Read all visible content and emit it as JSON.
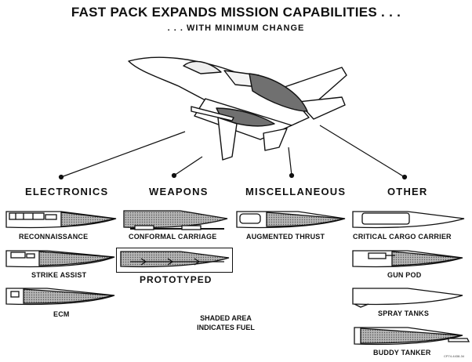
{
  "title": "FAST PACK EXPANDS MISSION CAPABILITIES . . .",
  "subtitle": ". . . WITH MINIMUM CHANGE",
  "categories": {
    "electronics": "ELECTRONICS",
    "weapons": "WEAPONS",
    "miscellaneous": "MISCELLANEOUS",
    "other": "OTHER"
  },
  "labels": {
    "reconnaissance": "RECONNAISSANCE",
    "strike_assist": "STRIKE ASSIST",
    "ecm": "ECM",
    "conformal_carriage": "CONFORMAL CARRIAGE",
    "prototyped": "PROTOTYPED",
    "augmented_thrust": "AUGMENTED THRUST",
    "critical_cargo_carrier": "CRITICAL CARGO CARRIER",
    "gun_pod": "GUN POD",
    "spray_tanks": "SPRAY TANKS",
    "buddy_tanker": "BUDDY TANKER"
  },
  "note": {
    "line1": "SHADED AREA",
    "line2": "INDICATES FUEL"
  },
  "figure_code": "CP74-4438-34",
  "colors": {
    "ink": "#111111",
    "fuel_shade": "#8a8a8a",
    "pack_shade": "#707070",
    "background": "#ffffff"
  }
}
